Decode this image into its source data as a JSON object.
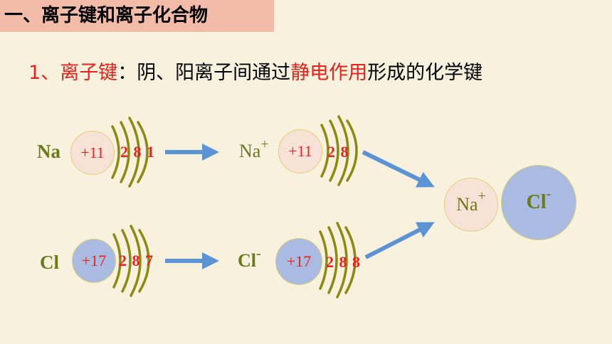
{
  "header": {
    "title": "一、离子键和离子化合物"
  },
  "definition": {
    "number": "1、",
    "term": "离子键",
    "colon": "：",
    "part1": "阴、阳离子间通过",
    "highlight": "静电作用",
    "part2": "形成的化学键"
  },
  "na_atom": {
    "symbol": "Na",
    "nucleus": "+11",
    "shell1": "2",
    "shell2": "8",
    "shell3": "1"
  },
  "na_ion": {
    "symbol": "Na",
    "charge": "+",
    "nucleus": "+11",
    "shell1": "2",
    "shell2": "8"
  },
  "cl_atom": {
    "symbol": "Cl",
    "nucleus": "+17",
    "shell1": "2",
    "shell2": "8",
    "shell3": "7"
  },
  "cl_ion": {
    "symbol": "Cl",
    "charge": "-",
    "nucleus": "+17",
    "shell1": "2",
    "shell2": "8",
    "shell3": "8"
  },
  "compound": {
    "cation": "Na",
    "cation_charge": "+",
    "anion": "Cl",
    "anion_charge": "-"
  },
  "colors": {
    "accent_red": "#e8211b",
    "label_olive": "#6a7a18",
    "arrow_blue": "#5b93d3",
    "shell_olive": "#8a8a10"
  }
}
